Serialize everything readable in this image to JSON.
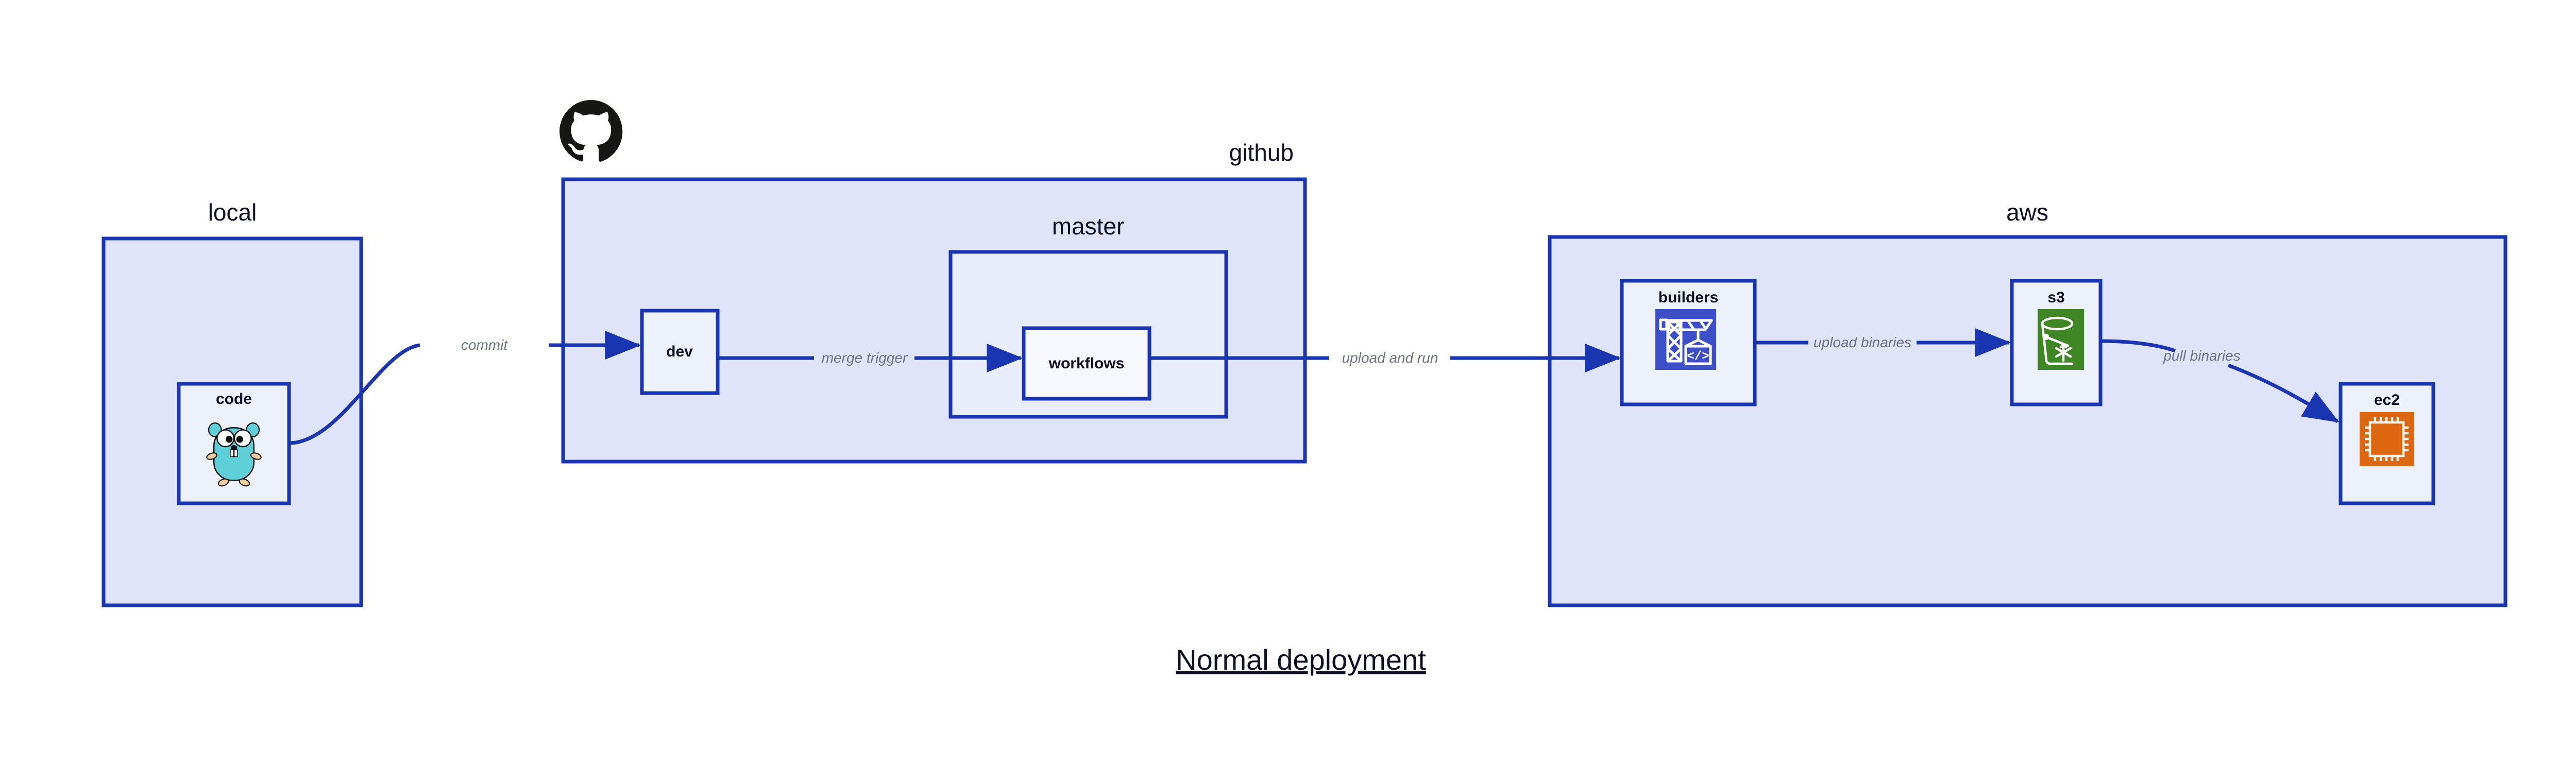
{
  "diagram": {
    "title": "Normal deployment",
    "colors": {
      "cluster_fill": "#dfe4fa",
      "cluster_inner_fill": "#e9edfb",
      "node_fill": "#edf1fc",
      "node_light_fill": "#f7f8fd",
      "border": "#1a35b0",
      "edge": "#1a35b0",
      "edge_label": "#6b7280",
      "text": "#0d1026",
      "codebuild_icon": "#3c4ec8",
      "s3_icon": "#3f8624",
      "ec2_icon": "#dd6611",
      "gopher_body": "#5fcfd8",
      "github_logo": "#161614"
    },
    "clusters": [
      {
        "id": "local",
        "label": "local",
        "label_align": "center",
        "nodes": [
          {
            "id": "code",
            "label": "code",
            "icon": "go-gopher-icon"
          }
        ]
      },
      {
        "id": "github",
        "label": "github",
        "label_align": "right",
        "logo": "github-octocat-icon",
        "nodes": [
          {
            "id": "dev",
            "label": "dev",
            "icon": "none"
          }
        ],
        "clusters": [
          {
            "id": "master",
            "label": "master",
            "label_align": "center",
            "nodes": [
              {
                "id": "workflows",
                "label": "workflows",
                "icon": "none"
              }
            ]
          }
        ]
      },
      {
        "id": "aws",
        "label": "aws",
        "label_align": "center",
        "nodes": [
          {
            "id": "builders",
            "label": "builders",
            "icon": "aws-codebuild-icon"
          },
          {
            "id": "s3",
            "label": "s3",
            "icon": "aws-s3-icon"
          },
          {
            "id": "ec2",
            "label": "ec2",
            "icon": "aws-ec2-icon"
          }
        ]
      }
    ],
    "edges": [
      {
        "id": "commit",
        "label": "commit",
        "from": "code",
        "to": "dev",
        "style": "curved"
      },
      {
        "id": "merge-trigger",
        "label": "merge trigger",
        "from": "dev",
        "to": "workflows",
        "style": "straight"
      },
      {
        "id": "upload-and-run",
        "label": "upload and run",
        "from": "workflows",
        "to": "builders",
        "style": "straight"
      },
      {
        "id": "upload-binaries",
        "label": "upload binaries",
        "from": "builders",
        "to": "s3",
        "style": "straight"
      },
      {
        "id": "pull-binaries",
        "label": "pull binaries",
        "from": "s3",
        "to": "ec2",
        "style": "curved"
      }
    ]
  }
}
